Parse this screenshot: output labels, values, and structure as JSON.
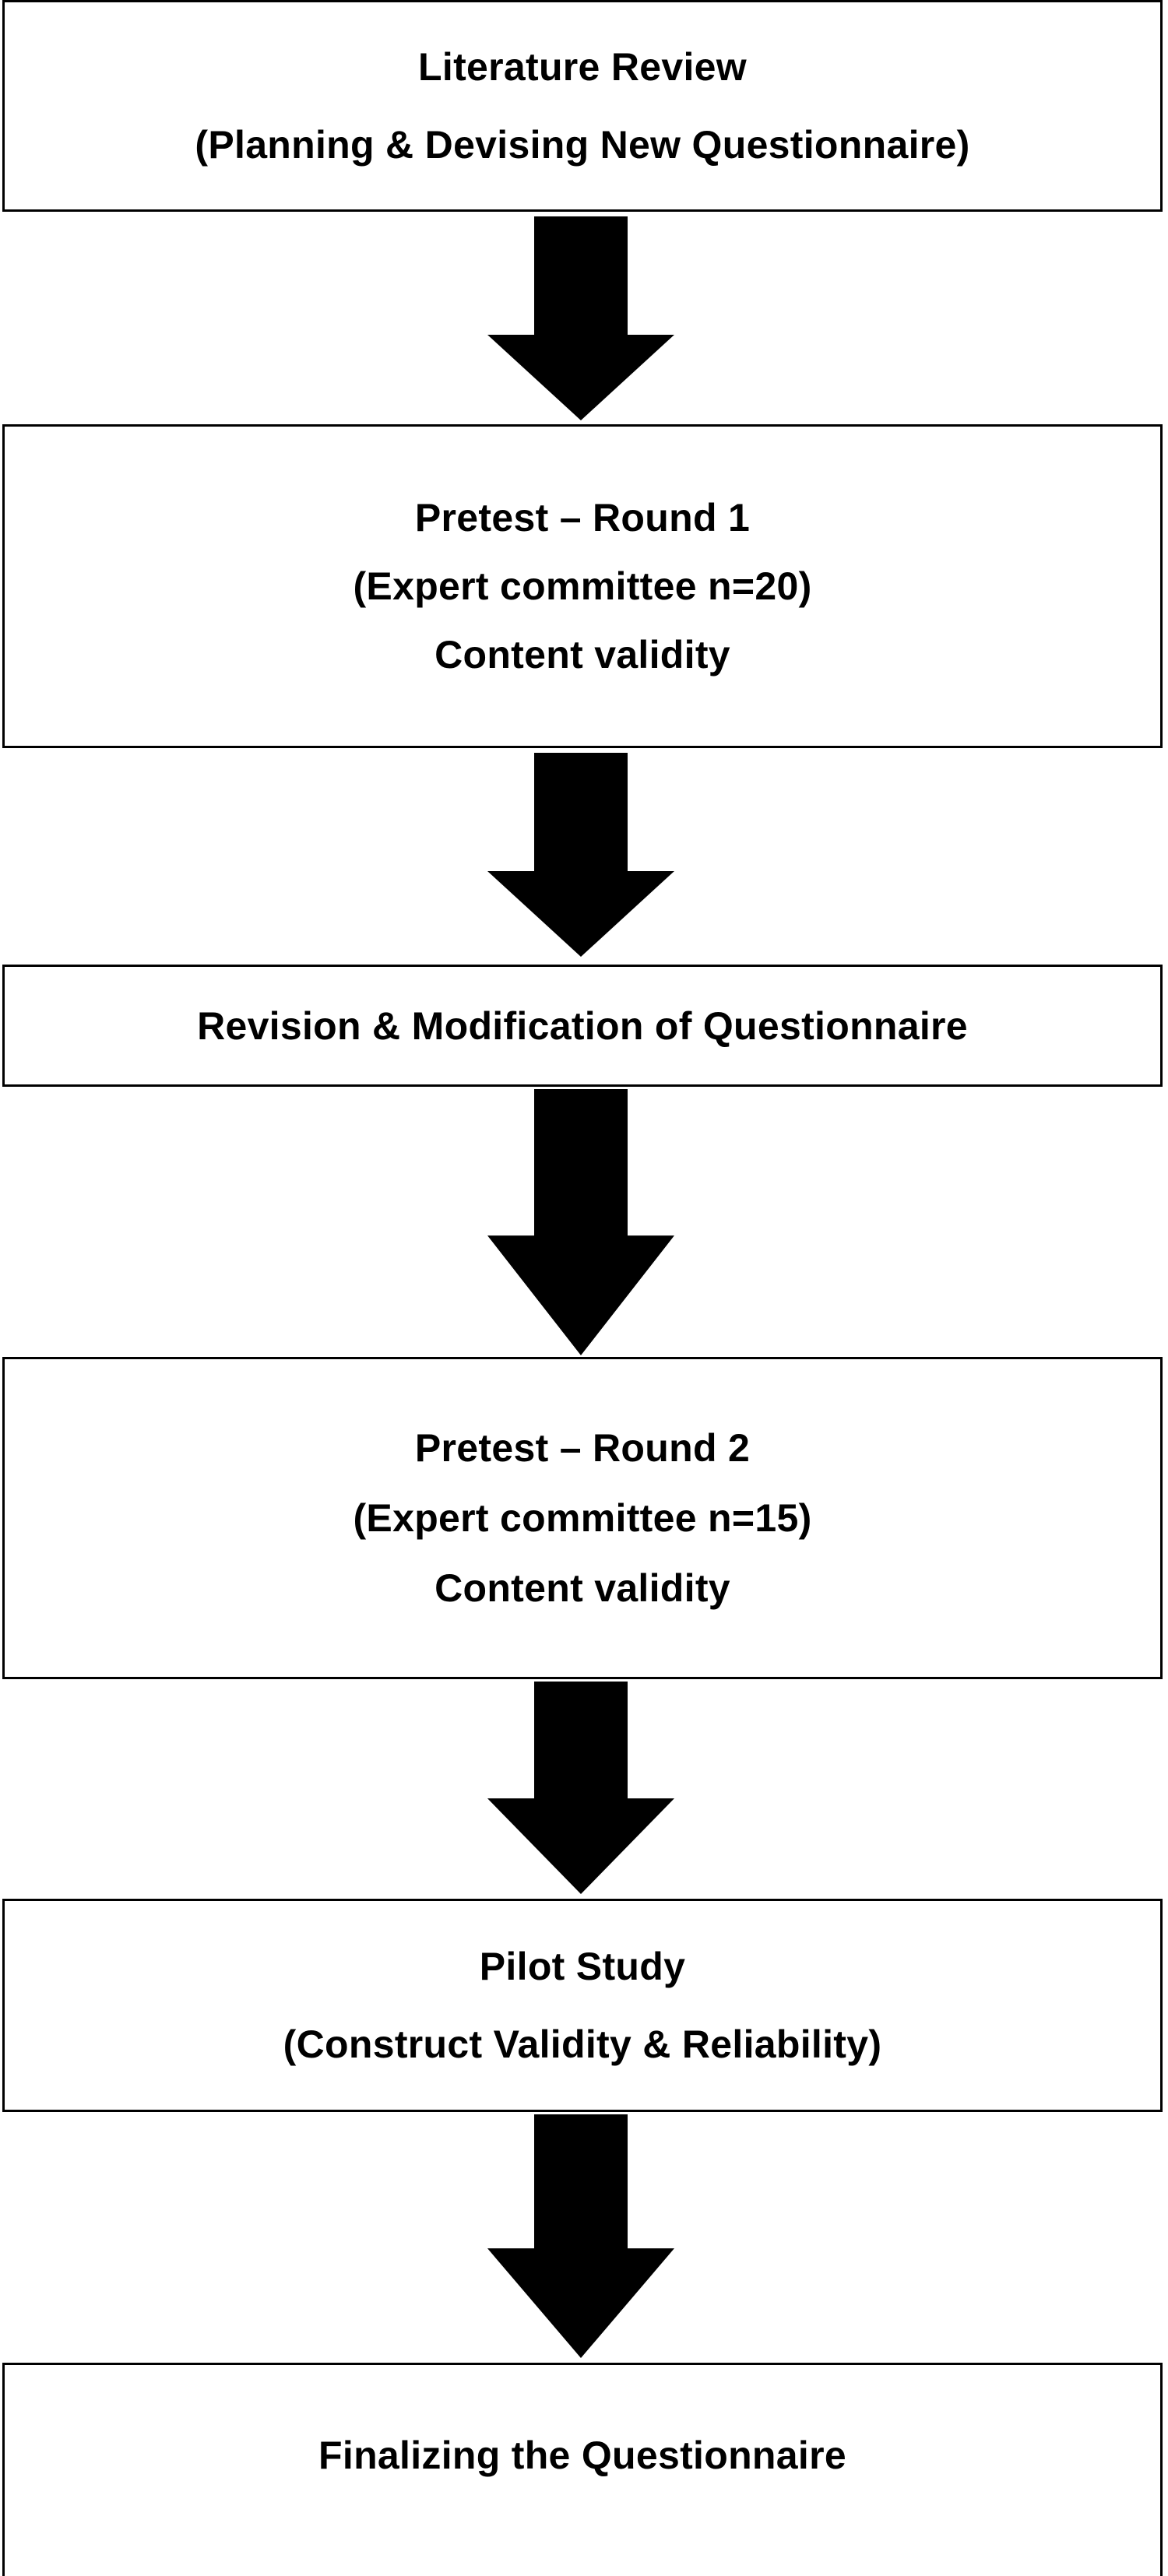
{
  "steps": [
    {
      "lines": [
        "Literature Review",
        "(Planning & Devising New Questionnaire)"
      ]
    },
    {
      "lines": [
        "Pretest – Round 1",
        "(Expert committee n=20)",
        "Content validity"
      ]
    },
    {
      "lines": [
        "Revision & Modification of Questionnaire"
      ]
    },
    {
      "lines": [
        "Pretest – Round 2",
        "(Expert committee n=15)",
        "Content validity"
      ]
    },
    {
      "lines": [
        "Pilot Study",
        "(Construct Validity & Reliability)"
      ]
    },
    {
      "lines": [
        "Finalizing the Questionnaire"
      ]
    }
  ],
  "colors": {
    "arrow": "#000000",
    "border": "#000000",
    "text": "#000000",
    "background": "#ffffff"
  }
}
